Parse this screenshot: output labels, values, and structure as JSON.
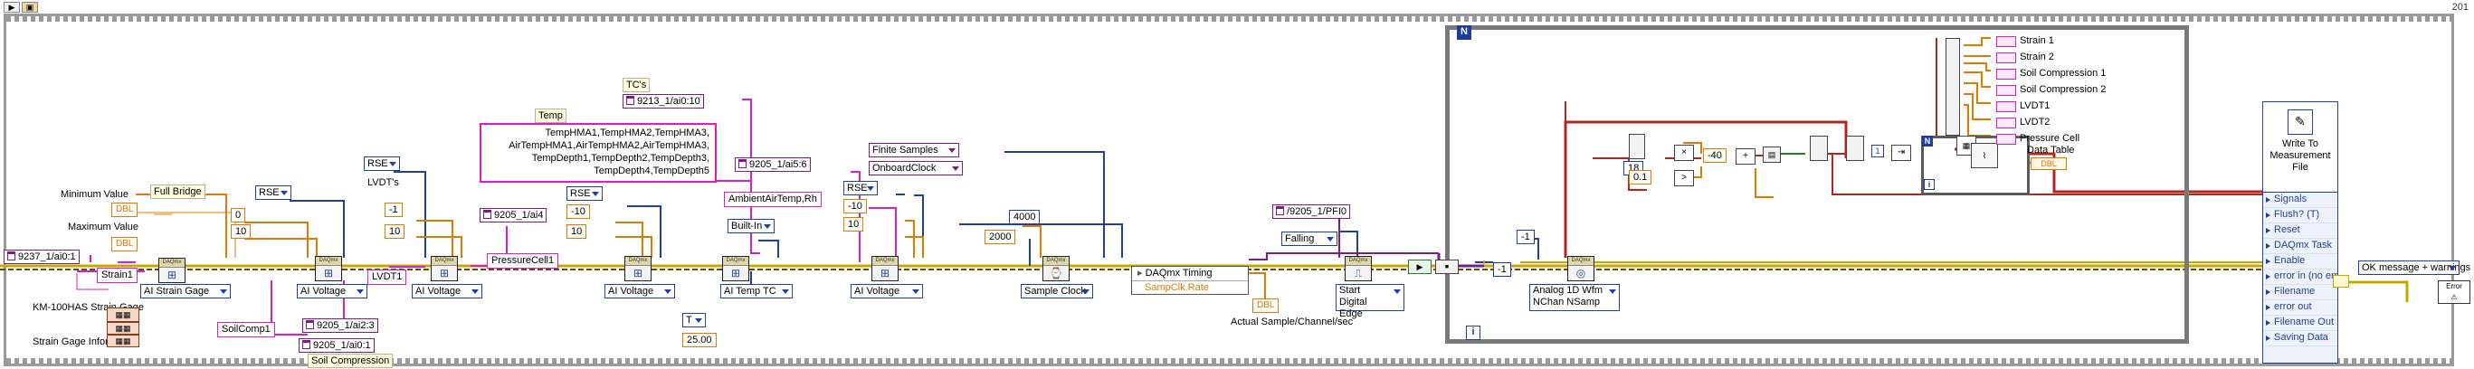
{
  "year_label": "201",
  "top_controls": {
    "run_glyph": "▶",
    "stop_glyph": "▣"
  },
  "loop": {
    "n_label": "N",
    "i_label": "i"
  },
  "inner_loop": {
    "n_label": "N",
    "i_label": "i"
  },
  "strain_gage": {
    "min_label": "Minimum Value",
    "max_label": "Maximum Value",
    "min_const": "DBL",
    "max_const": "DBL",
    "bridge_label": "Full Bridge",
    "channel": "9237_1/ai0:1",
    "name": "Strain1",
    "type_select": "AI Strain Gage",
    "model_label": "KM-100HAS Strain Gage",
    "info_label": "Strain Gage Information"
  },
  "voltage1": {
    "rse": "RSE",
    "min": "0",
    "max": "10",
    "type_select": "AI Voltage",
    "channel": "9205_1/ai0:1",
    "name": "SoilComp1",
    "group_label": "Soil Compression"
  },
  "voltage2": {
    "rse": "RSE",
    "group_label": "LVDT's",
    "min": "-1",
    "max": "10",
    "type_select": "AI Voltage",
    "channel": "9205_1/ai2:3",
    "name": "LVDT1"
  },
  "voltage3": {
    "rse": "RSE",
    "channel": "9205_1/ai4",
    "min": "-10",
    "max": "10",
    "type_select": "AI Voltage",
    "name": "PressureCell1"
  },
  "temp": {
    "group_label": "TC's",
    "channel": "9213_1/ai0:10",
    "names_label": "Temp",
    "names": "TempHMA1,TempHMA2,TempHMA3,\nAirTempHMA1,AirTempHMA2,AirTempHMA3,\nTempDepth1,TempDepth2,TempDepth3,\nTempDepth4,TempDepth5",
    "type_select": "AI Temp TC",
    "tc_type": "T",
    "cjc_value": "25.00",
    "cjc_src": "Built-In"
  },
  "voltage4": {
    "channel": "9205_1/ai5:6",
    "name": "AmbientAirTemp,Rh",
    "rse": "RSE",
    "min": "-10",
    "max": "10",
    "type_select": "AI Voltage"
  },
  "timing": {
    "mode": "Finite Samples",
    "clock": "OnboardClock",
    "samples": "4000",
    "rate": "2000",
    "type_select": "Sample Clock",
    "node_title": "DAQmx Timing",
    "node_prop": "SampClk.Rate",
    "out_label": "Actual Sample/Channel/sec",
    "out_const": "DBL"
  },
  "trigger": {
    "source": "/9205_1/PFI0",
    "edge": "Falling",
    "select": "Start\nDigital Edge"
  },
  "read": {
    "const": "-1",
    "const_inner": "-1",
    "select": "Analog 1D Wfm\nNChan NSamp"
  },
  "processing": {
    "c18": "18",
    "c01": "0.1",
    "c40": "-40",
    "c1": "1"
  },
  "outputs": {
    "items": [
      "Strain 1",
      "Strain 2",
      "Soil Compression 1",
      "Soil Compression 2",
      "LVDT1",
      "LVDT2",
      "Pressure Cell"
    ],
    "table_label": "Data Table",
    "table_const": "DBL"
  },
  "write_file": {
    "title": "Write To\nMeasurement\nFile",
    "rows": [
      "Signals",
      "Flush? (T)",
      "Reset",
      "DAQmx Task",
      "Enable",
      "error in (no error)",
      "Filename",
      "error out",
      "Filename Out",
      "Saving Data"
    ]
  },
  "error_handler": {
    "select": "OK message + warnings"
  },
  "colors": {
    "dbl": "#e07b00",
    "string": "#d420c6",
    "task": "#8a5a00",
    "bool": "#2b7a2b",
    "int": "#1f3f9e",
    "error": "#c8a800",
    "wire_blue": "#1f3f9e",
    "wire_orange": "#e07b00",
    "wire_pink": "#d420c6",
    "wire_purple": "#7a1d80",
    "wire_red": "#b3261e",
    "wire_yellow": "#c8a800",
    "wire_green": "#2b7a2b"
  }
}
